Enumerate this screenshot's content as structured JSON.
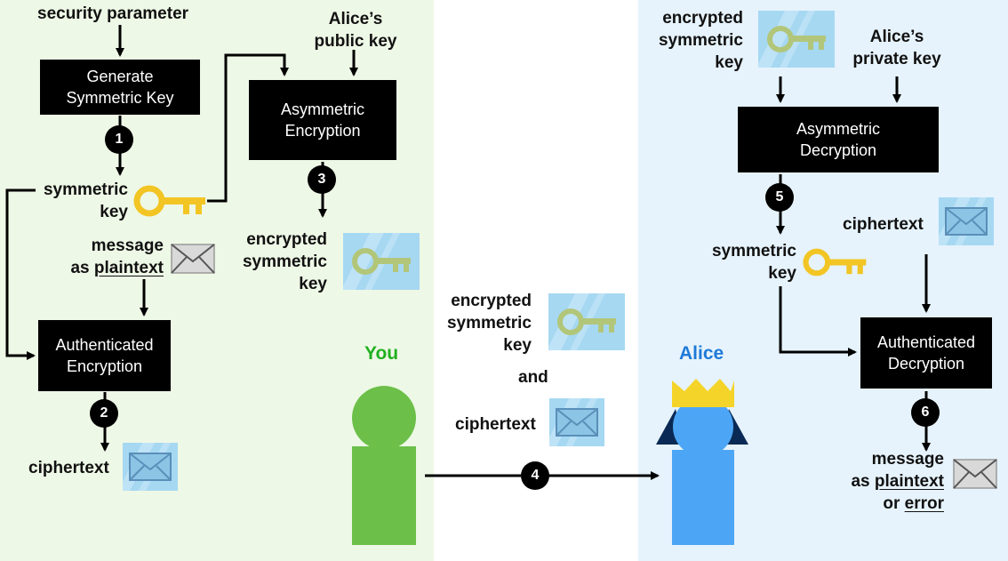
{
  "colors": {
    "you_panel": "#eef8e6",
    "alice_panel": "#e6f3fc",
    "box": "#000000",
    "you_person": "#6cc04a",
    "alice_person": "#4da6f5",
    "crown": "#f5d42a",
    "alice_hair": "#0a2a55",
    "key_gold": "#f2c524",
    "key_tile": "#a6d8f2",
    "key_tile_key": "#b2c67a",
    "envelope_tile": "#a6d8f2",
    "plain_envelope": "#d9d9d9",
    "you_label": "#20b020",
    "alice_label": "#1e7ad8"
  },
  "icons": [
    "gold-key-icon",
    "encrypted-key-icon",
    "envelope-icon",
    "encrypted-envelope-icon",
    "person-icon",
    "crown-icon"
  ],
  "left": {
    "security_parameter": "security parameter",
    "alice_public_key_1": "Alice’s",
    "alice_public_key_2": "public key",
    "gen_box_1": "Generate",
    "gen_box_2": "Symmetric Key",
    "asym_enc_box_1": "Asymmetric",
    "asym_enc_box_2": "Encryption",
    "symmetric_1": "symmetric",
    "symmetric_2": "key",
    "message_1": "message",
    "message_2a": "as ",
    "message_2b": "plaintext",
    "enc_sym_1": "encrypted",
    "enc_sym_2": "symmetric",
    "enc_sym_3": "key",
    "auth_enc_box_1": "Authenticated",
    "auth_enc_box_2": "Encryption",
    "ciphertext": "ciphertext"
  },
  "middle": {
    "you": "You",
    "alice": "Alice",
    "enc_sym_1": "encrypted",
    "enc_sym_2": "symmetric",
    "enc_sym_3": "key",
    "and": "and",
    "ciphertext": "ciphertext"
  },
  "right": {
    "enc_sym_1": "encrypted",
    "enc_sym_2": "symmetric",
    "enc_sym_3": "key",
    "alice_private_1": "Alice’s",
    "alice_private_2": "private key",
    "asym_dec_box_1": "Asymmetric",
    "asym_dec_box_2": "Decryption",
    "symmetric_1": "symmetric",
    "symmetric_2": "key",
    "ciphertext": "ciphertext",
    "auth_dec_box_1": "Authenticated",
    "auth_dec_box_2": "Decryption",
    "message_1": "message",
    "message_2a": "as ",
    "message_2b": "plaintext",
    "message_3a": "or ",
    "message_3b": "error"
  },
  "steps": [
    "1",
    "2",
    "3",
    "4",
    "5",
    "6"
  ]
}
